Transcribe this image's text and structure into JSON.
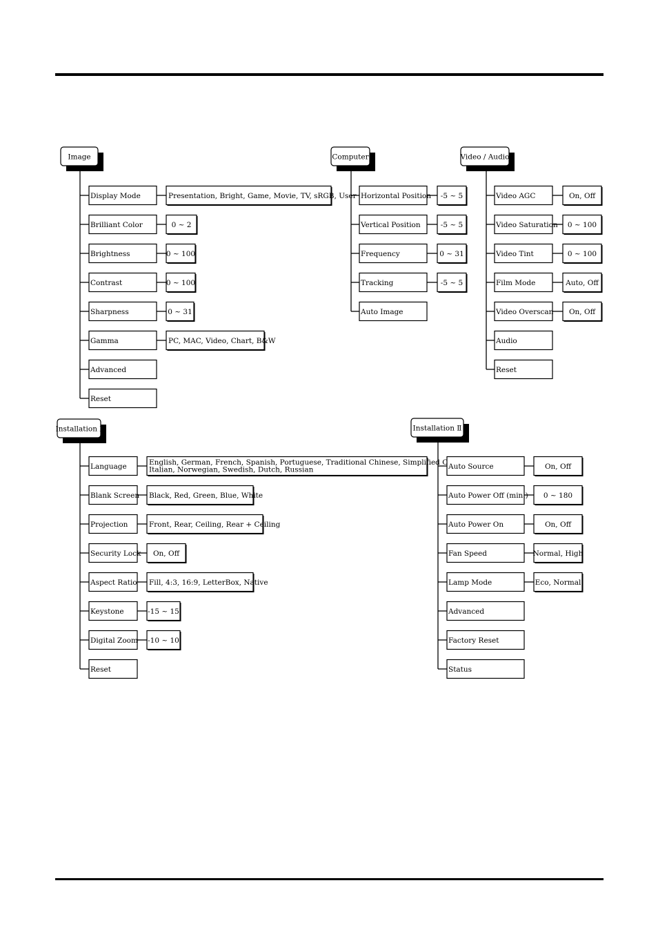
{
  "groups": [
    {
      "title": "Image",
      "items": [
        {
          "label": "Display Mode",
          "options": [
            "Presentation, Bright, Game, Movie, TV, sRGB, User"
          ]
        },
        {
          "label": "Brilliant Color",
          "options": [
            "0 ~ 2"
          ]
        },
        {
          "label": "Brightness",
          "options": [
            "0 ~ 100"
          ]
        },
        {
          "label": "Contrast",
          "options": [
            "0 ~ 100"
          ]
        },
        {
          "label": "Sharpness",
          "options": [
            "0 ~ 31"
          ]
        },
        {
          "label": "Gamma",
          "options": [
            "PC, MAC, Video, Chart, B&W"
          ]
        },
        {
          "label": "Advanced",
          "options": []
        },
        {
          "label": "Reset",
          "options": []
        }
      ]
    },
    {
      "title": "Computer",
      "items": [
        {
          "label": "Horizontal Position",
          "options": [
            "-5 ~ 5"
          ]
        },
        {
          "label": "Vertical Position",
          "options": [
            "-5 ~ 5"
          ]
        },
        {
          "label": "Frequency",
          "options": [
            "0 ~ 31"
          ]
        },
        {
          "label": "Tracking",
          "options": [
            "-5 ~ 5"
          ]
        },
        {
          "label": "Auto Image",
          "options": []
        }
      ]
    },
    {
      "title": "Video / Audio",
      "items": [
        {
          "label": "Video AGC",
          "options": [
            "On, Off"
          ]
        },
        {
          "label": "Video Saturation",
          "options": [
            "0 ~ 100"
          ]
        },
        {
          "label": "Video Tint",
          "options": [
            "0 ~ 100"
          ]
        },
        {
          "label": "Film Mode",
          "options": [
            "Auto, Off"
          ]
        },
        {
          "label": "Video Overscan",
          "options": [
            "On, Off"
          ]
        },
        {
          "label": "Audio",
          "options": []
        },
        {
          "label": "Reset",
          "options": []
        }
      ]
    },
    {
      "title": "Installation I",
      "items": [
        {
          "label": "Language",
          "options": [
            "English, German, French, Spanish, Portuguese, Traditional Chinese, Simplified Chinese,",
            "Italian, Norwegian, Swedish, Dutch, Russian"
          ]
        },
        {
          "label": "Blank Screen",
          "options": [
            "Black, Red, Green, Blue, White"
          ]
        },
        {
          "label": "Projection",
          "options": [
            "Front, Rear, Ceiling, Rear + Ceiling"
          ]
        },
        {
          "label": "Security Lock",
          "options": [
            "On, Off"
          ]
        },
        {
          "label": "Aspect Ratio",
          "options": [
            "Fill, 4:3, 16:9, LetterBox, Native"
          ]
        },
        {
          "label": "Keystone",
          "options": [
            "-15 ~ 15"
          ]
        },
        {
          "label": "Digital Zoom",
          "options": [
            "-10 ~ 10"
          ]
        },
        {
          "label": "Reset",
          "options": []
        }
      ]
    },
    {
      "title": "Installation Ⅱ",
      "items": [
        {
          "label": "Auto Source",
          "options": [
            "On, Off"
          ]
        },
        {
          "label": "Auto Power Off (min.)",
          "options": [
            "0 ~ 180"
          ]
        },
        {
          "label": "Auto Power On",
          "options": [
            "On, Off"
          ]
        },
        {
          "label": "Fan Speed",
          "options": [
            "Normal, High"
          ]
        },
        {
          "label": "Lamp Mode",
          "options": [
            "Eco, Normal"
          ]
        },
        {
          "label": "Advanced",
          "options": []
        },
        {
          "label": "Factory Reset",
          "options": []
        },
        {
          "label": "Status",
          "options": []
        }
      ]
    }
  ]
}
